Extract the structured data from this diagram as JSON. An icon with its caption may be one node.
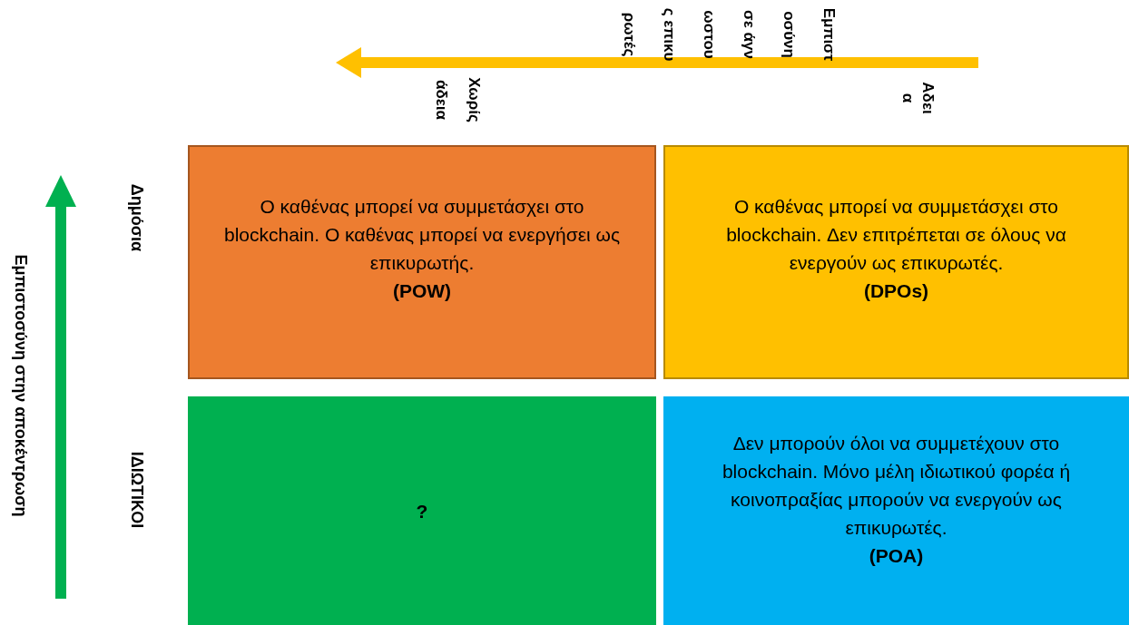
{
  "diagram": {
    "nodes": [
      {
        "text": [
          "Ο καθένας μπορεί να συμμετάσχει στο blockchain. Ο καθένας μπορεί να ενεργήσει ως επικυρωτής.",
          "(POW)"
        ]
      },
      {
        "text": [
          "Ο καθένας μπορεί να συμμετάσχει στο blockchain. Δεν επιτρέπεται σε όλους να ενεργούν ως επικυρωτές.",
          "(DPOs)"
        ]
      },
      {
        "text": [
          "?"
        ]
      },
      {
        "text": [
          "Δεν μπορούν όλοι να συμμετέχουν στο blockchain. Μόνο μέλη ιδιωτικού φορέα ή κοινοπραξίας μπορούν να ενεργούν ως επικυρωτές.",
          "(POA)"
        ]
      }
    ],
    "labels": [
      "Εμπιστοσύνη σε άγνωστους επικυρωτές",
      "Χωρίς άδεια",
      "Αδεια",
      "Εμπιστοσύνη στην αποκέντρωση",
      "Δημόσια",
      "ΙΔΙΩΤΙΚΟΙ"
    ]
  }
}
